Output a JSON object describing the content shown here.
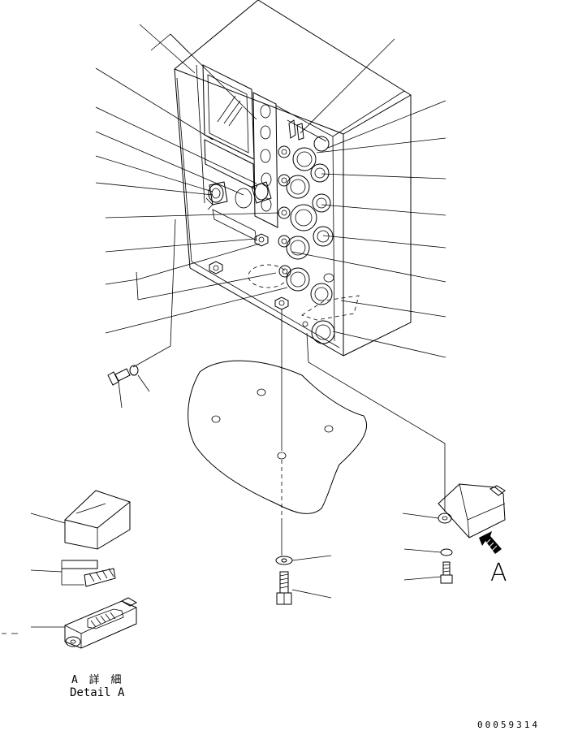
{
  "view_label": "A",
  "detail_caption": {
    "japanese": "A 詳 細",
    "english": "Detail A"
  },
  "drawing_number": "00059314",
  "icons": [
    "view-direction-arrow-icon",
    "bolt-icon",
    "washer-icon",
    "relay-icon",
    "resistor-icon",
    "diode-icon"
  ]
}
